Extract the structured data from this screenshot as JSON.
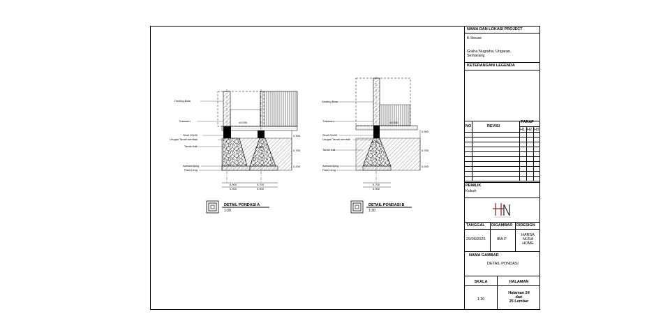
{
  "title_block": {
    "project_heading": "NAMA DAN LOKASI PROJECT",
    "project_name": "K House",
    "project_location_1": "Graha Nugraha, Ungaran,",
    "project_location_2": "Semarang",
    "legend_heading": "KETERANGAN/ LEGENDA",
    "revision": {
      "no_label": "NO",
      "revisi_label": "REVISI",
      "paraf_label": "PARAF",
      "cols": [
        "H1",
        "H2",
        "H3"
      ]
    },
    "owner_heading": "PEMILIK",
    "owner_name": "Kukuh",
    "headers": {
      "tanggal": "TANGGAL",
      "digambar": "DIGAMBAR",
      "didesign": "DIDESIGN"
    },
    "values": {
      "tanggal": "29/06/2025",
      "digambar": "IBA P",
      "didesign_1": "HARSA",
      "didesign_2": "NUSA",
      "didesign_3": "HOME"
    },
    "drawing_name_heading": "NAMA GAMBAR",
    "drawing_name": "DETAIL PONDASI",
    "scale_heading": "SKALA",
    "scale_value": "1:30",
    "page_heading": "HALAMAN",
    "page_1": "Halaman 24",
    "page_2": "dari",
    "page_3": "25 Lembar"
  },
  "details": [
    {
      "title": "DETAIL PONDASI A",
      "scale": "1:30",
      "labels": [
        "Dinding Bata",
        "Trassram",
        "Sloof 20x30",
        "Urugan Tanah kembali",
        "Tanah Asli",
        "Aanstamping",
        "Pasir Urug"
      ],
      "elev_top": "±0.000",
      "elev_mid": "-0.300",
      "dims_bottom_1": [
        "0.900",
        "0.700"
      ],
      "dims_bottom_2": [
        "0.900",
        "0.900"
      ],
      "dims_right": [
        "0.300",
        "0.750",
        "0.200"
      ]
    },
    {
      "title": "DETAIL PONDASI B",
      "scale": "1:30",
      "labels": [
        "Dinding Bata",
        "Trassram",
        "Sloof 20x30",
        "Urugan Tanah kembali",
        "Tanah Asli",
        "Aanstamping",
        "Pasir Urug"
      ],
      "elev_top": "±0.000",
      "elev_mid": "-0.300",
      "dims_bottom_1": [
        "0.700"
      ],
      "dims_bottom_2": [
        "0.900"
      ],
      "dims_right": [
        "0.300",
        "0.750",
        "0.200"
      ]
    }
  ]
}
